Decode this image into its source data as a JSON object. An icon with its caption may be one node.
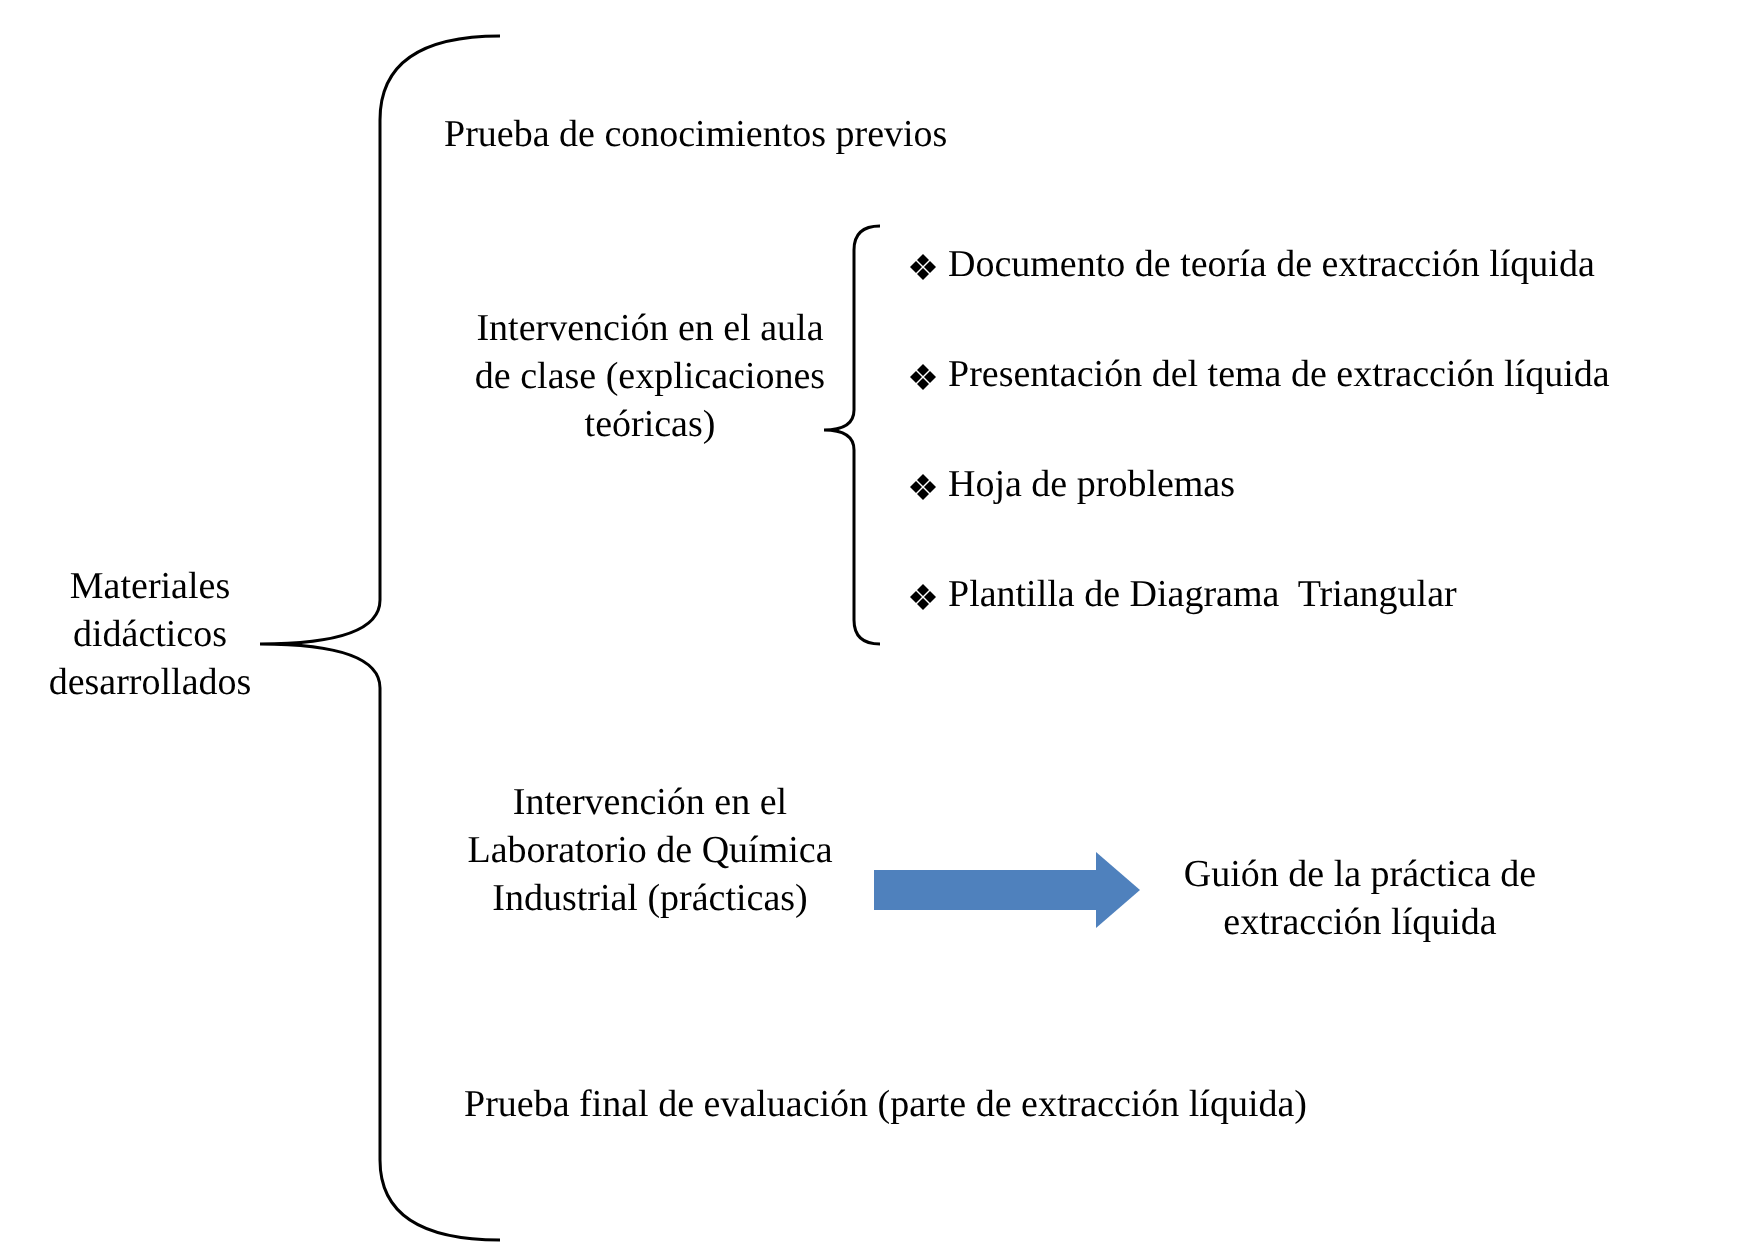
{
  "diagram": {
    "nodes": [
      {
        "text": [
          "Intervención en el Laboratorio de Química Industrial (prácticas)"
        ]
      },
      {
        "text": [
          "Guión de la práctica de extracción líquida"
        ]
      }
    ],
    "edges": [
      {
        "from": 0,
        "to": 1,
        "arrow": "to"
      }
    ],
    "labels": [
      "Materiales didácticos desarrollados",
      "Prueba de conocimientos previos",
      "Intervención en el aula de clase (explicaciones teóricas)",
      "Documento de teoría de extracción líquida",
      "Presentación del tema de extracción líquida",
      "Hoja de problemas",
      "Plantilla de Diagrama  Triangular",
      "Prueba final de evaluación (parte de extracción líquida)"
    ]
  }
}
